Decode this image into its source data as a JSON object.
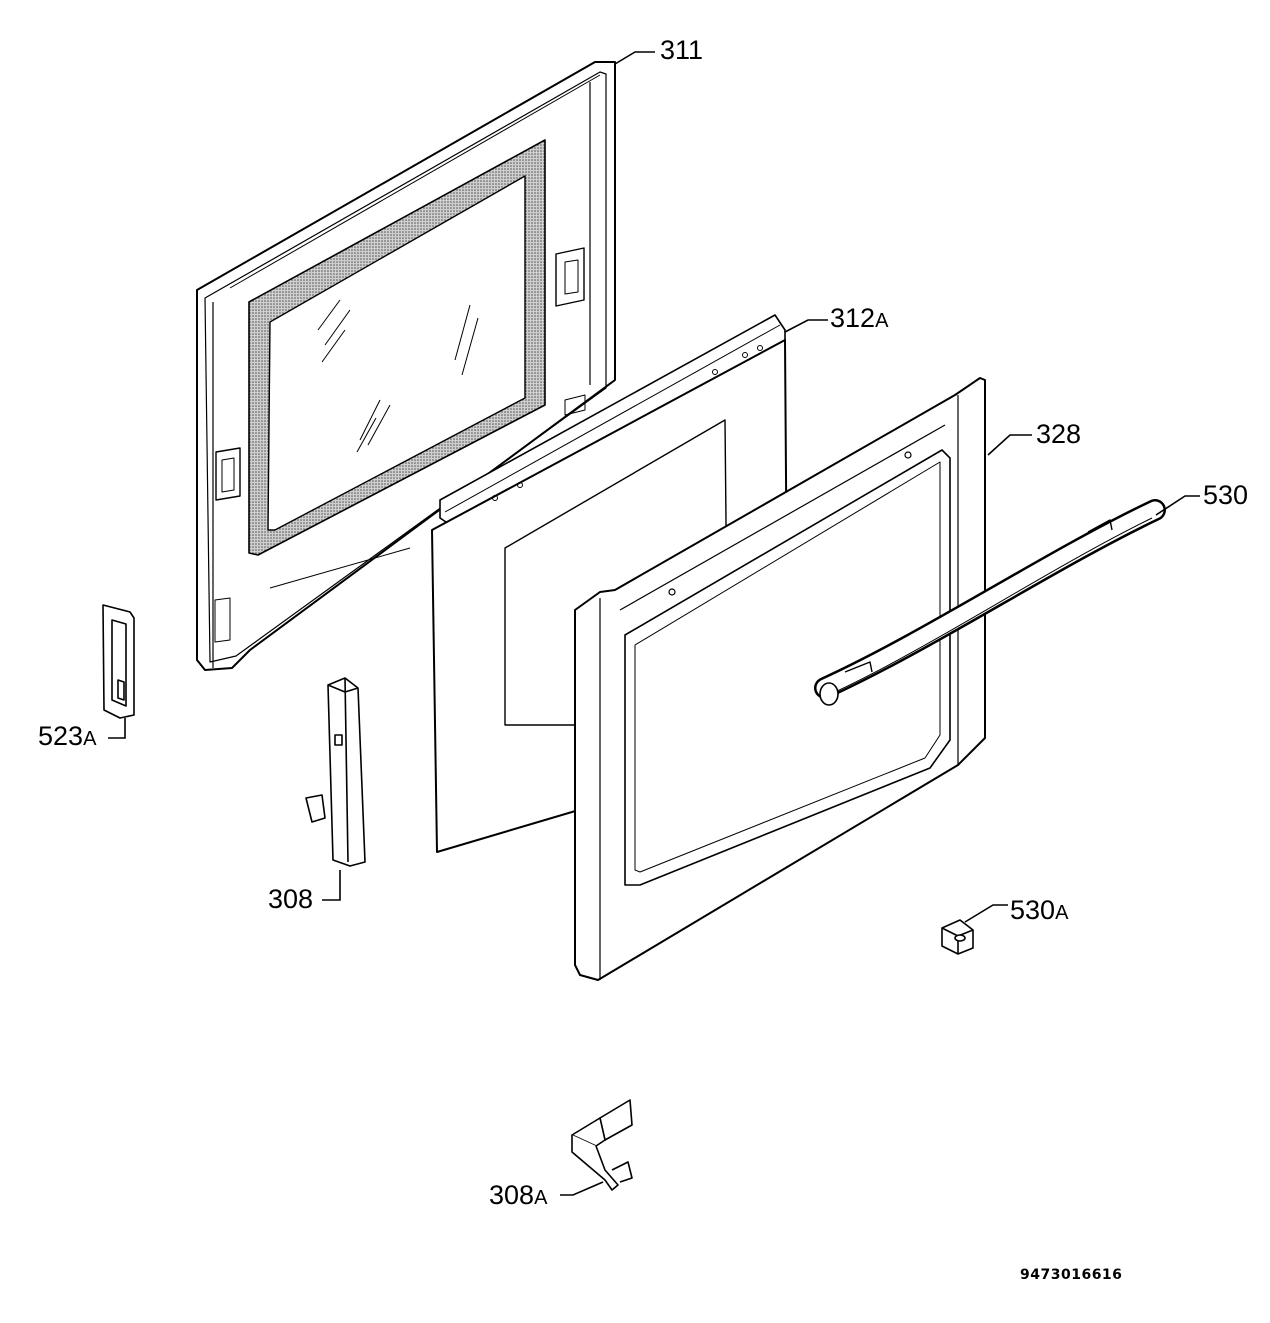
{
  "diagram": {
    "type": "exploded-parts-view",
    "colors": {
      "line": "#000000",
      "glass_tint": "#b8b8b8",
      "background": "#ffffff"
    },
    "parts": [
      {
        "id": "311",
        "number": "311",
        "suffix": ""
      },
      {
        "id": "312A",
        "number": "312",
        "suffix": "A"
      },
      {
        "id": "328",
        "number": "328",
        "suffix": ""
      },
      {
        "id": "530",
        "number": "530",
        "suffix": ""
      },
      {
        "id": "530A",
        "number": "530",
        "suffix": "A"
      },
      {
        "id": "523A",
        "number": "523",
        "suffix": "A"
      },
      {
        "id": "308",
        "number": "308",
        "suffix": ""
      },
      {
        "id": "308A",
        "number": "308",
        "suffix": "A"
      }
    ],
    "document_number": "9473016616"
  }
}
